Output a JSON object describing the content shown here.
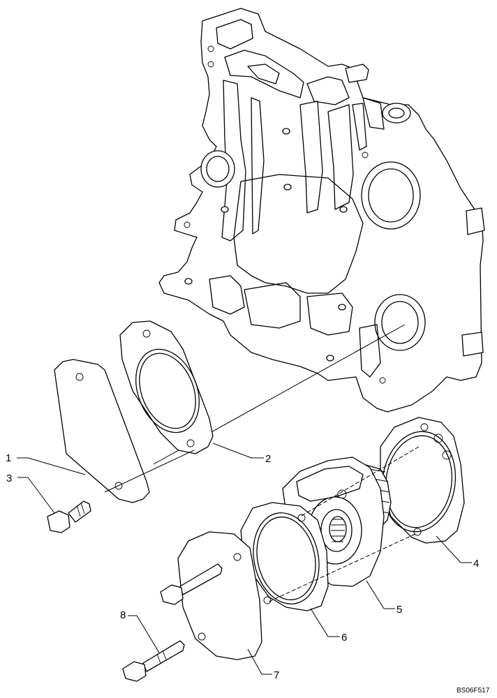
{
  "callouts": {
    "c1": "1",
    "c2": "2",
    "c3": "3",
    "c4": "4",
    "c5": "5",
    "c6": "6",
    "c7": "7",
    "c8": "8"
  },
  "drawing_ref": "BS06F517"
}
